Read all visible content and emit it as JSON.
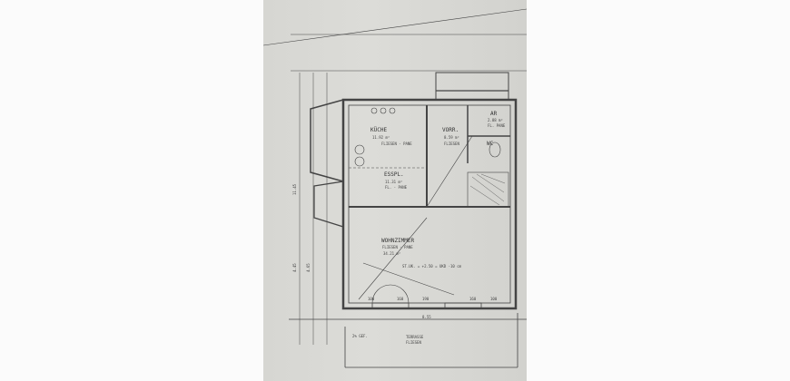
{
  "rooms": {
    "kitchen": {
      "name": "KÜCHE",
      "area": "11.92 m²",
      "floor": "FLIESEN - PANE"
    },
    "hall": {
      "name": "VORR.",
      "area": "8.59 m²",
      "floor": "FLIESEN"
    },
    "storage": {
      "name": "AR",
      "area": "2.88 m²",
      "floor": "FL. PANE"
    },
    "wc": {
      "name": "WC"
    },
    "dining": {
      "name": "ESSPL.",
      "area": "11.31 m²",
      "floor": "FL. - PANE"
    },
    "living": {
      "name": "WOHNZIMMER",
      "floor": "FLIESEN - PANE",
      "area": "34.21 m²"
    },
    "terrace": {
      "name": "TERRASSE",
      "floor": "FLIESEN"
    }
  },
  "notes": {
    "ceiling": "ST.UK. = +2.50 = UKD -10 cm",
    "slope": "2% GEF.",
    "dims_bottom": [
      "100",
      "160",
      "190",
      "160",
      "100"
    ],
    "dim_total": "8.55",
    "dim_side": [
      "4.45",
      "4.65",
      "11.45"
    ]
  }
}
